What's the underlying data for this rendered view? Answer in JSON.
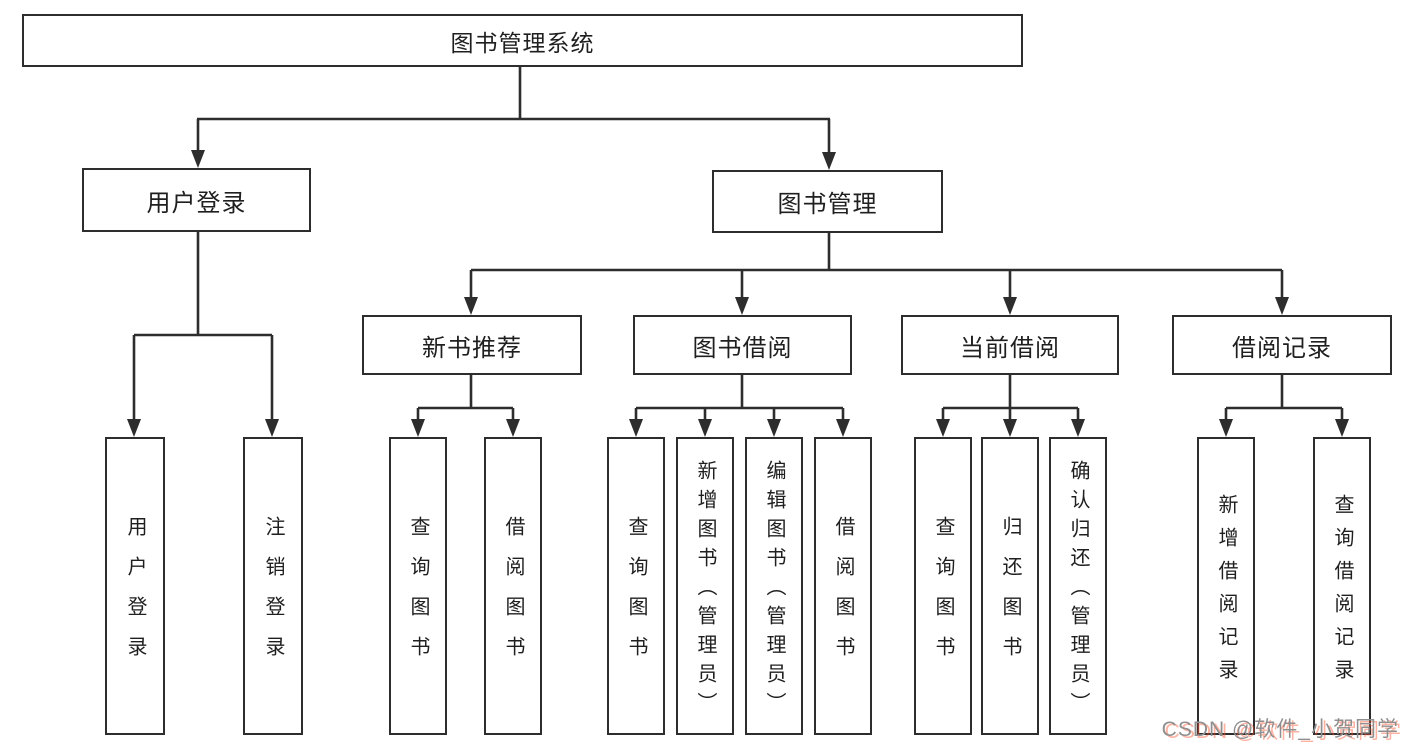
{
  "title": "图书管理系统",
  "tree": {
    "label": "图书管理系统",
    "children": [
      {
        "label": "用户登录",
        "children": [
          {
            "label": "用户登录"
          },
          {
            "label": "注销登录"
          }
        ]
      },
      {
        "label": "图书管理",
        "children": [
          {
            "label": "新书推荐",
            "children": [
              {
                "label": "查询图书"
              },
              {
                "label": "借阅图书"
              }
            ]
          },
          {
            "label": "图书借阅",
            "children": [
              {
                "label": "查询图书"
              },
              {
                "label": "新增图书（管理员）"
              },
              {
                "label": "编辑图书（管理员）"
              },
              {
                "label": "借阅图书"
              }
            ]
          },
          {
            "label": "当前借阅",
            "children": [
              {
                "label": "查询图书"
              },
              {
                "label": "归还图书"
              },
              {
                "label": "确认归还（管理员）"
              }
            ]
          },
          {
            "label": "借阅记录",
            "children": [
              {
                "label": "新增借阅记录"
              },
              {
                "label": "查询借阅记录"
              }
            ]
          }
        ]
      }
    ]
  },
  "watermark": {
    "text": "CSDN @软件_小贺同学"
  },
  "colors": {
    "line": "#2d2d2d",
    "text": "#1f1f1f",
    "background": "#ffffff",
    "watermark_gray": "#8f8f8f",
    "watermark_red": "#fc5531"
  }
}
